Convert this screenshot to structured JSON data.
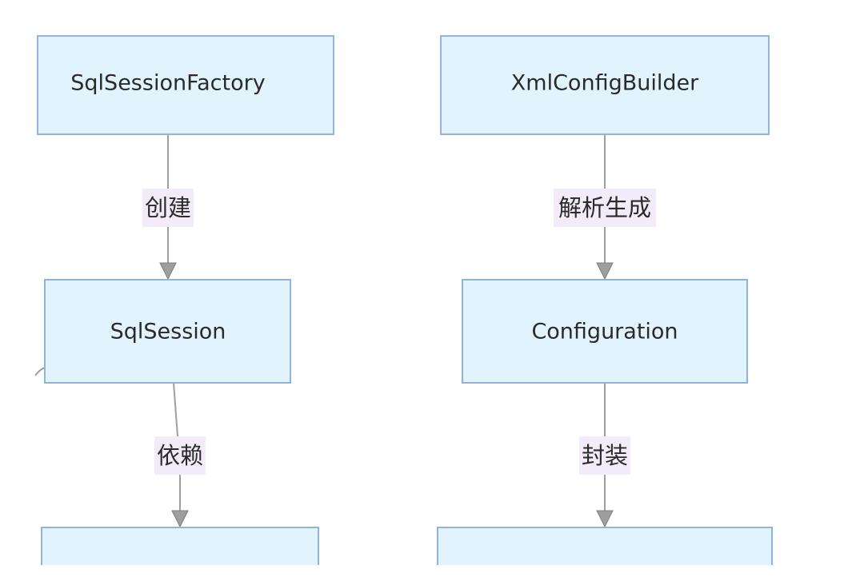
{
  "diagram": {
    "nodes": {
      "sql_session_factory": "SqlSessionFactory",
      "xml_config_builder": "XmlConfigBuilder",
      "sql_session": "SqlSession",
      "configuration": "Configuration",
      "bottom_left": "",
      "bottom_right": ""
    },
    "edges": {
      "create": "创建",
      "parse_generate": "解析生成",
      "depend": "依赖",
      "encapsulate": "封装"
    },
    "colors": {
      "node_fill": "#e1f3fc",
      "node_border": "#8fb3dc",
      "edge": "#9e9e9e",
      "label_bg": "#f3ecf8"
    }
  }
}
